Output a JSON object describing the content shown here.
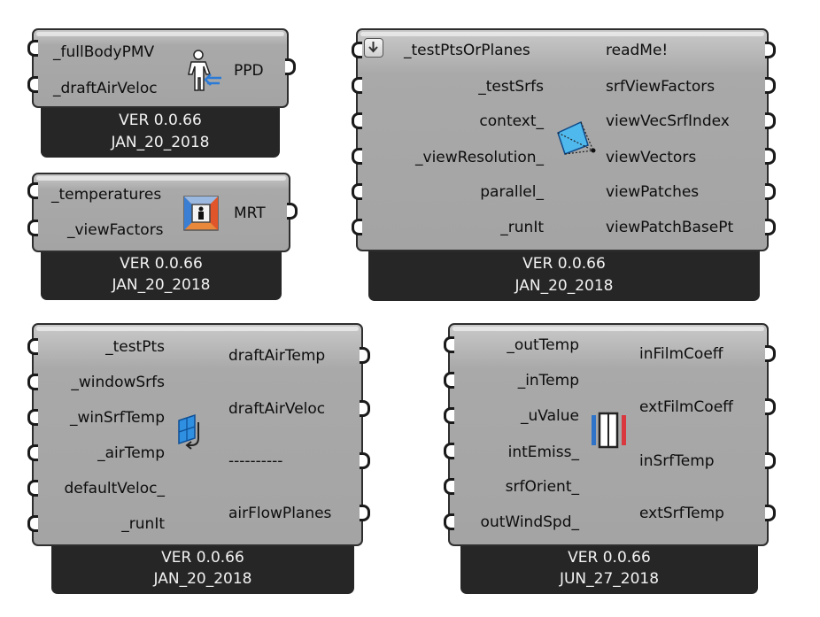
{
  "components": [
    {
      "id": "pmv",
      "inputs": [
        "_fullBodyPMV",
        "_draftAirVeloc"
      ],
      "outputs": [
        "PPD"
      ],
      "version": "VER 0.0.66",
      "date": "JAN_20_2018",
      "icon": "person-draft-icon"
    },
    {
      "id": "mrt",
      "inputs": [
        "_temperatures",
        "_viewFactors"
      ],
      "outputs": [
        "MRT"
      ],
      "version": "VER 0.0.66",
      "date": "JAN_20_2018",
      "icon": "mrt-room-icon"
    },
    {
      "id": "viewfactors",
      "inputs": [
        "_testPtsOrPlanes",
        "_testSrfs",
        "context_",
        "_viewResolution_",
        "parallel_",
        "_runIt"
      ],
      "outputs": [
        "readMe!",
        "srfViewFactors",
        "viewVecSrfIndex",
        "viewVectors",
        "viewPatches",
        "viewPatchBasePt"
      ],
      "version": "VER 0.0.66",
      "date": "JAN_20_2018",
      "icon": "view-factor-icon"
    },
    {
      "id": "draft",
      "inputs": [
        "_testPts",
        "_windowSrfs",
        "_winSrfTemp",
        "_airTemp",
        "defaultVeloc_",
        "_runIt"
      ],
      "outputs": [
        "draftAirTemp",
        "draftAirVeloc",
        "----------",
        "airFlowPlanes"
      ],
      "version": "VER 0.0.66",
      "date": "JAN_20_2018",
      "icon": "window-downdraft-icon"
    },
    {
      "id": "filmcoeff",
      "inputs": [
        "_outTemp",
        "_inTemp",
        "_uValue",
        "intEmiss_",
        "srfOrient_",
        "outWindSpd_"
      ],
      "outputs": [
        "inFilmCoeff",
        "extFilmCoeff",
        "inSrfTemp",
        "extSrfTemp"
      ],
      "version": "VER 0.0.66",
      "date": "JUN_27_2018",
      "icon": "wall-section-icon"
    }
  ]
}
